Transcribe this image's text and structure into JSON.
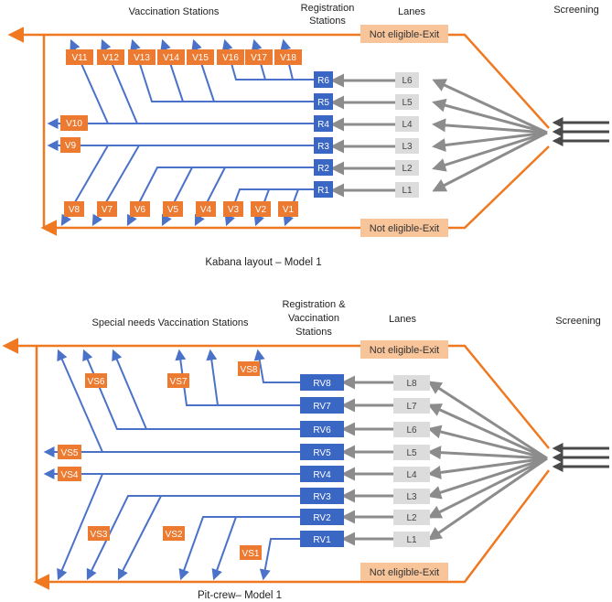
{
  "colors": {
    "orange": "#f07820",
    "orange_box": "#ec7a30",
    "exit_box": "#f8c49a",
    "blue_box": "#3a66c4",
    "blue_line": "#4a72c8",
    "gray_box": "#dcdcdc",
    "gray_line": "#8c8c8c",
    "dark_arrow": "#4a4a4a"
  },
  "diagram1": {
    "header_vacc": "Vaccination Stations",
    "header_reg_line1": "Registration",
    "header_reg_line2": "Stations",
    "header_lanes": "Lanes",
    "header_screening": "Screening",
    "exit_top": "Not eligible-Exit",
    "exit_bottom": "Not eligible-Exit",
    "caption": "Kabana layout – Model 1",
    "top_stations": [
      "V11",
      "V12",
      "V13",
      "V14",
      "V15",
      "V16",
      "V17",
      "V18"
    ],
    "side_stations": [
      "V10",
      "V9"
    ],
    "bottom_stations": [
      "V8",
      "V7",
      "V6",
      "V5",
      "V4",
      "V3",
      "V2",
      "V1"
    ],
    "registration": [
      "R6",
      "R5",
      "R4",
      "R3",
      "R2",
      "R1"
    ],
    "lanes": [
      "L6",
      "L5",
      "L4",
      "L3",
      "L2",
      "L1"
    ]
  },
  "diagram2": {
    "header_special": "Special needs Vaccination Stations",
    "header_reg_line1": "Registration &",
    "header_reg_line2": "Vaccination",
    "header_reg_line3": "Stations",
    "header_lanes": "Lanes",
    "header_screening": "Screening",
    "exit_top": "Not eligible-Exit",
    "exit_bottom": "Not eligible-Exit",
    "caption": "Pit-crew– Model 1",
    "top_stations": [
      "VS6",
      "VS7",
      "VS8"
    ],
    "side_stations": [
      "VS5",
      "VS4"
    ],
    "bottom_stations": [
      "VS3",
      "VS2",
      "VS1"
    ],
    "registration": [
      "RV8",
      "RV7",
      "RV6",
      "RV5",
      "RV4",
      "RV3",
      "RV2",
      "RV1"
    ],
    "lanes": [
      "L8",
      "L7",
      "L6",
      "L5",
      "L4",
      "L3",
      "L2",
      "L1"
    ]
  }
}
